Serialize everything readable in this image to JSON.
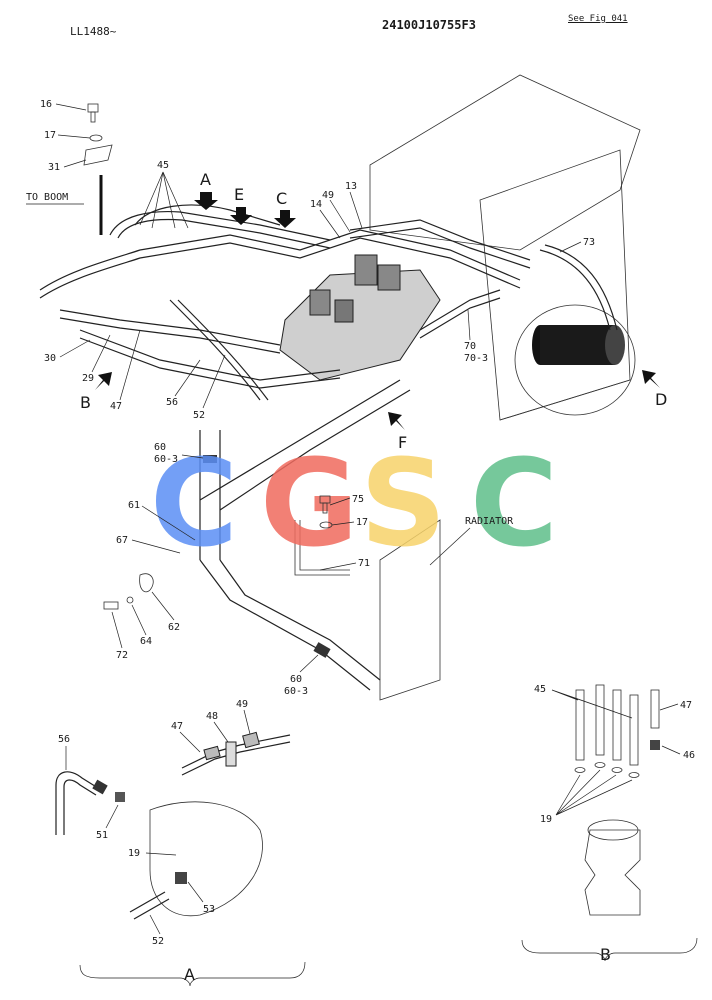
{
  "header": {
    "model": "LL1488~",
    "part_no": "24100J10755F3",
    "see_fig": "See Fig 041"
  },
  "watermark": {
    "letters": [
      "C",
      "G",
      "S",
      "C"
    ],
    "colors": [
      "#5b8ff5",
      "#f06a5e",
      "#f7d36a",
      "#5fbf8a"
    ]
  },
  "notes": {
    "to_boom": "TO BOOM",
    "radiator": "RADIATOR"
  },
  "arrows": {
    "a": "A",
    "b": "B",
    "c": "C",
    "d": "D",
    "e": "E",
    "f": "F"
  },
  "parts": {
    "p16": "16",
    "p17a": "17",
    "p31": "31",
    "p45": "45",
    "p49": "49",
    "p13": "13",
    "p14": "14",
    "p73": "73",
    "p30": "30",
    "p29": "29",
    "p47": "47",
    "p56": "56",
    "p52": "52",
    "p70": "70",
    "p70_3": "70-3",
    "p60a": "60",
    "p60_3a": "60-3",
    "p61": "61",
    "p75": "75",
    "p17b": "17",
    "p67": "67",
    "p71": "71",
    "p62": "62",
    "p64": "64",
    "p72": "72",
    "p60b": "60",
    "p60_3b": "60-3"
  },
  "detail_a": {
    "title": "A",
    "parts": {
      "p47": "47",
      "p48": "48",
      "p49": "49",
      "p56": "56",
      "p51": "51",
      "p19": "19",
      "p53": "53",
      "p52": "52"
    }
  },
  "detail_b": {
    "title": "B",
    "parts": {
      "p45": "45",
      "p47": "47",
      "p46": "46",
      "p19": "19"
    }
  }
}
